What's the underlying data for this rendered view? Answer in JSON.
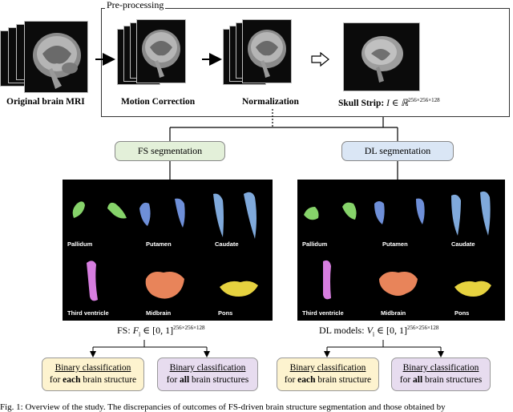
{
  "preprocessing": {
    "title": "Pre-processing",
    "steps": [
      {
        "label": "Original brain MRI"
      },
      {
        "label": "Motion Correction"
      },
      {
        "label": "Normalization"
      },
      {
        "label": "Skull Strip: ",
        "math": "I ∈ ℝ",
        "sup": "256×256×128"
      }
    ]
  },
  "branches": {
    "fs": {
      "label": "FS segmentation",
      "color": "#e3f0d9",
      "formula_prefix": "FS: ",
      "formula_var": "F",
      "formula_sub": "i",
      "formula_rest": " ∈ [0, 1]",
      "formula_sup": "256×256×128"
    },
    "dl": {
      "label": "DL segmentation",
      "color": "#dae6f5",
      "formula_prefix": "DL models: ",
      "formula_var": "V",
      "formula_sub": "i",
      "formula_rest": " ∈ [0, 1]",
      "formula_sup": "256×256×128"
    }
  },
  "structures": [
    "Pallidum",
    "Putamen",
    "Caudate",
    "Third ventricle",
    "Midbrain",
    "Pons"
  ],
  "structure_colors": {
    "pallidum": "#86d36a",
    "putamen": "#6e8fd8",
    "caudate": "#7fa9db",
    "third_ventricle": "#d77ee0",
    "midbrain": "#e8845a",
    "pons": "#e6d23f"
  },
  "classification": {
    "each": {
      "line1": "Binary classification",
      "pre": "for ",
      "bold": "each",
      "post": " brain structure",
      "color": "#fdf3cf"
    },
    "all": {
      "line1": "Binary classification",
      "pre": "for ",
      "bold": "all",
      "post": " brain structures",
      "color": "#e7dcef"
    }
  },
  "footer_text": "Fig. 1: Overview of the study. The discrepancies of outcomes of FS-driven brain structure segmentation and those obtained by"
}
